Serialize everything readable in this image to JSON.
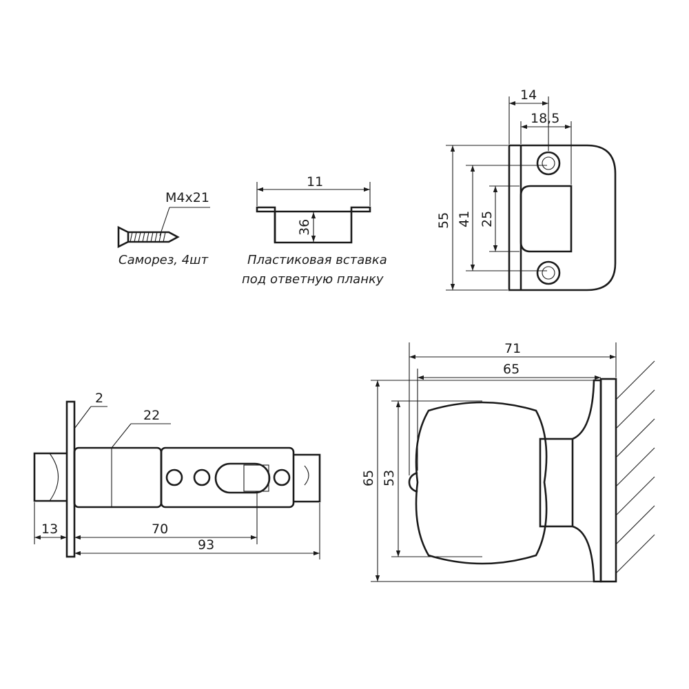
{
  "screw": {
    "spec": "M4x21",
    "caption": "Саморез, 4шт"
  },
  "insert": {
    "width": "11",
    "depth": "36",
    "caption_line1": "Пластиковая вставка",
    "caption_line2": "под ответную планку"
  },
  "strike_plate": {
    "dim_14": "14",
    "dim_18_5": "18,5",
    "dim_55": "55",
    "dim_41": "41",
    "dim_25": "25"
  },
  "latch": {
    "dim_2": "2",
    "dim_22": "22",
    "dim_13": "13",
    "dim_70": "70",
    "dim_93": "93"
  },
  "knob": {
    "dim_71": "71",
    "dim_65_width": "65",
    "dim_65_height": "65",
    "dim_53": "53"
  }
}
